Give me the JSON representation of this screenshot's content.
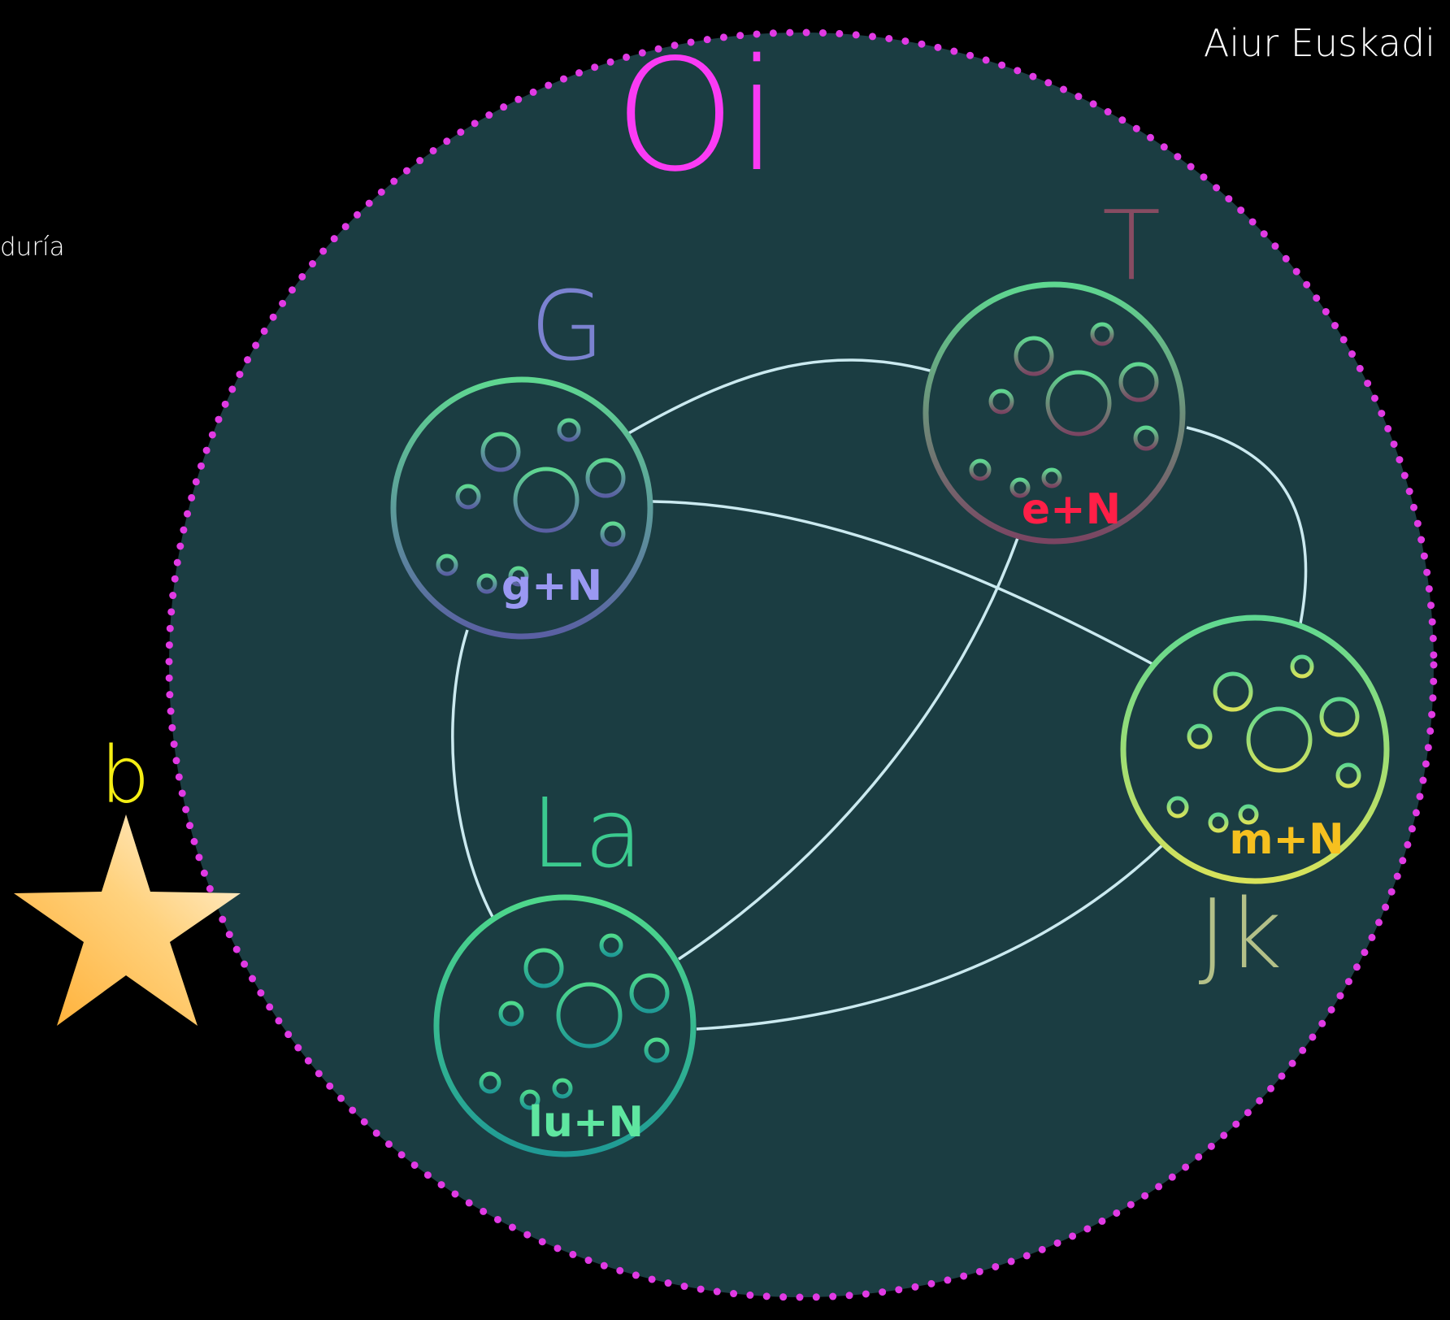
{
  "header": {
    "brand": "Aiur Euskadi"
  },
  "side_text": "duría",
  "main_title": "Oi",
  "star_label": "b",
  "nodes": [
    {
      "id": "g",
      "title": "G",
      "sublabel": "g+N",
      "title_color": "#7b82d0",
      "sub_color": "#9a98f2",
      "ring_top": "#5fd891",
      "ring_bottom": "#5a5fa3"
    },
    {
      "id": "t",
      "title": "T",
      "sublabel": "e+N",
      "title_color": "#874c62",
      "sub_color": "#ff1f47",
      "ring_top": "#5fd891",
      "ring_bottom": "#7a4562"
    },
    {
      "id": "jk",
      "title": "Jk",
      "sublabel": "m+N",
      "title_color": "#b3c088",
      "sub_color": "#f6c01f",
      "ring_top": "#5fd891",
      "ring_bottom": "#d8e25a"
    },
    {
      "id": "la",
      "title": "La",
      "sublabel": "lu+N",
      "title_color": "#3bca8f",
      "sub_color": "#5fe6a0",
      "ring_top": "#4fd98c",
      "ring_bottom": "#1f9a95"
    }
  ],
  "colors": {
    "background": "#000000",
    "disc": "#1b3d42",
    "dots": "#e13ae4",
    "title": "#fb3bf4",
    "link": "#cbeaf0",
    "star_label": "#f4ee14"
  }
}
